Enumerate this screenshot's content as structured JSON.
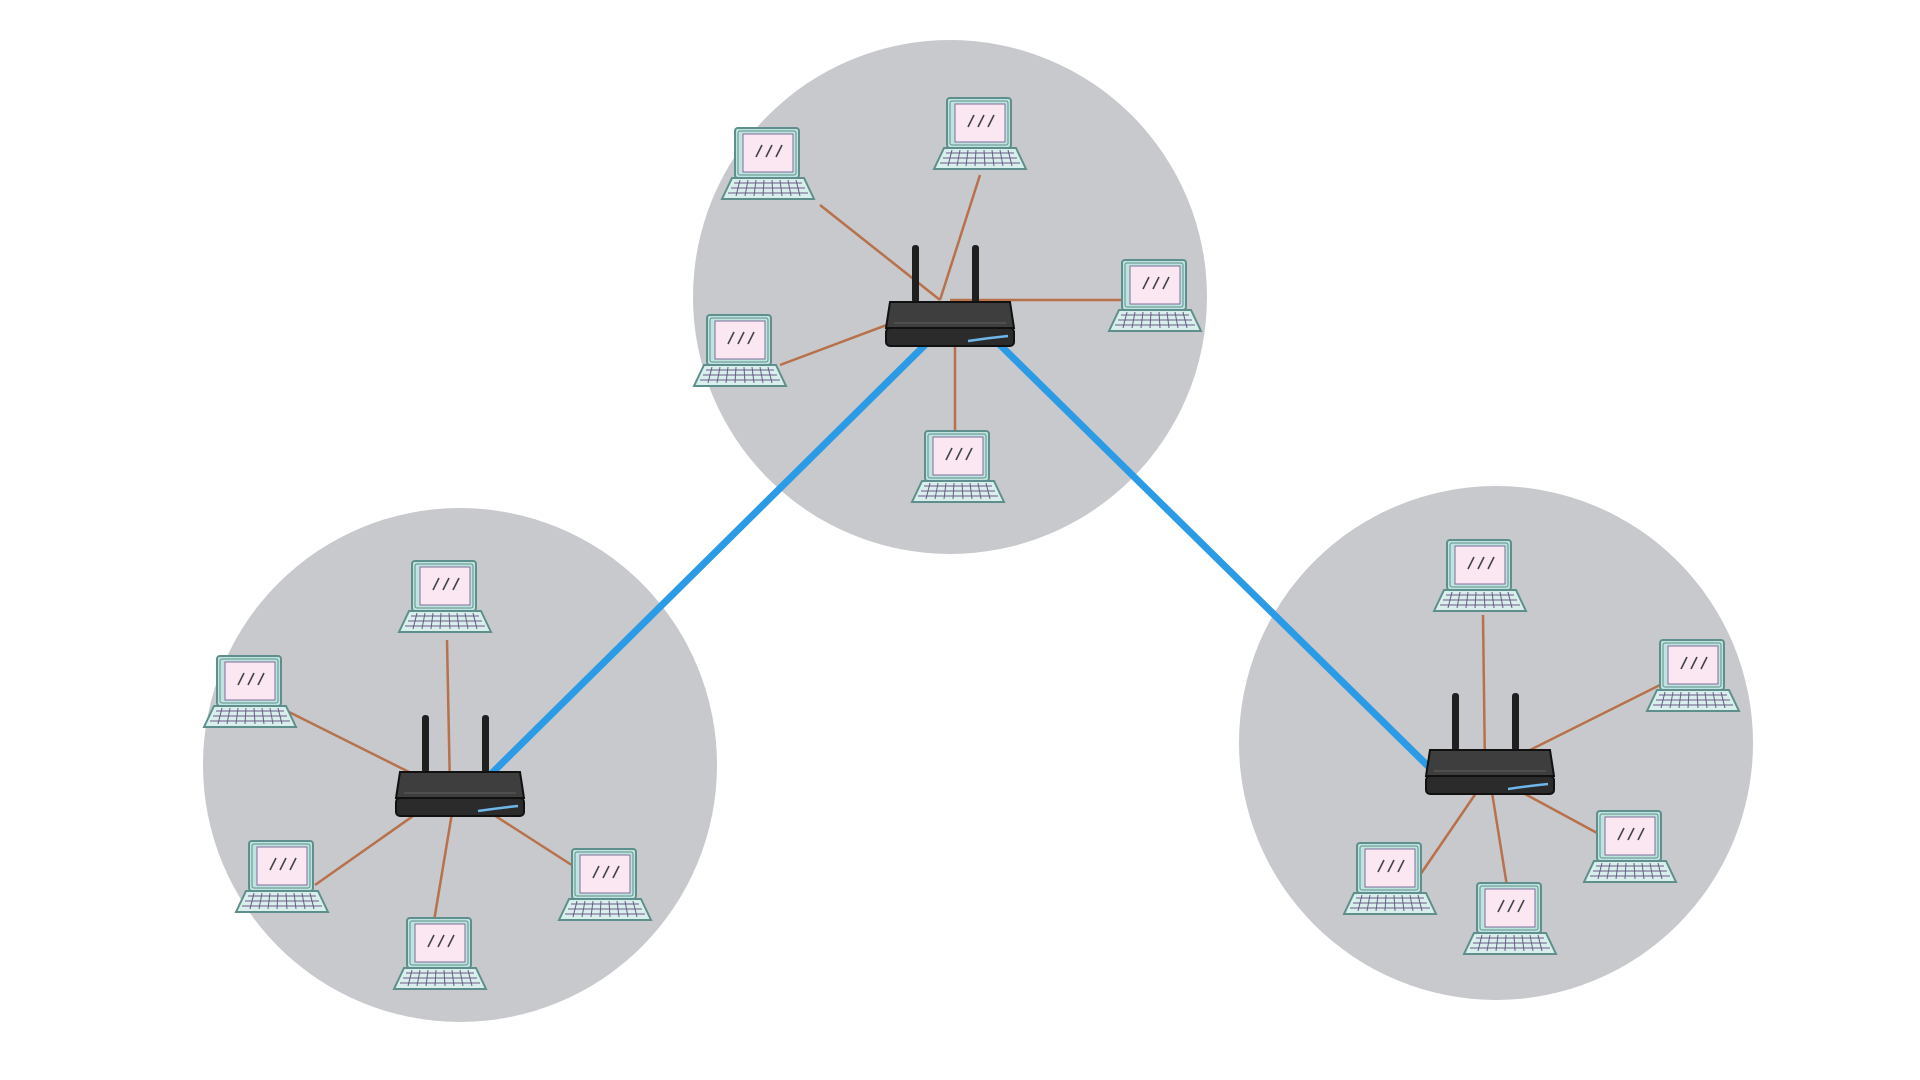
{
  "colors": {
    "background": "#ffffff",
    "cluster_fill": "#c7c9cd",
    "trunk_link": "#2b9be6",
    "trunk_link_inside": "#4a8fc5",
    "device_link": "#b8714a",
    "router_body": "#2b2b2b",
    "router_top": "#3e3e3e",
    "router_light": "#6fb7ea",
    "laptop_outline": "#5f8f8c",
    "laptop_frame": "#bfe3de",
    "laptop_screen": "#fbe7f2",
    "laptop_keys": "#6a5a88"
  },
  "icons": {
    "router": "wireless-router-icon",
    "laptop": "laptop-icon"
  },
  "clusters": [
    {
      "id": "top",
      "router": "router-top",
      "laptop_count": 5
    },
    {
      "id": "left",
      "router": "router-left",
      "laptop_count": 5
    },
    {
      "id": "right",
      "router": "router-right",
      "laptop_count": 5
    }
  ],
  "trunk_links": [
    {
      "from": "router-top",
      "to": "router-left"
    },
    {
      "from": "router-top",
      "to": "router-right"
    }
  ]
}
